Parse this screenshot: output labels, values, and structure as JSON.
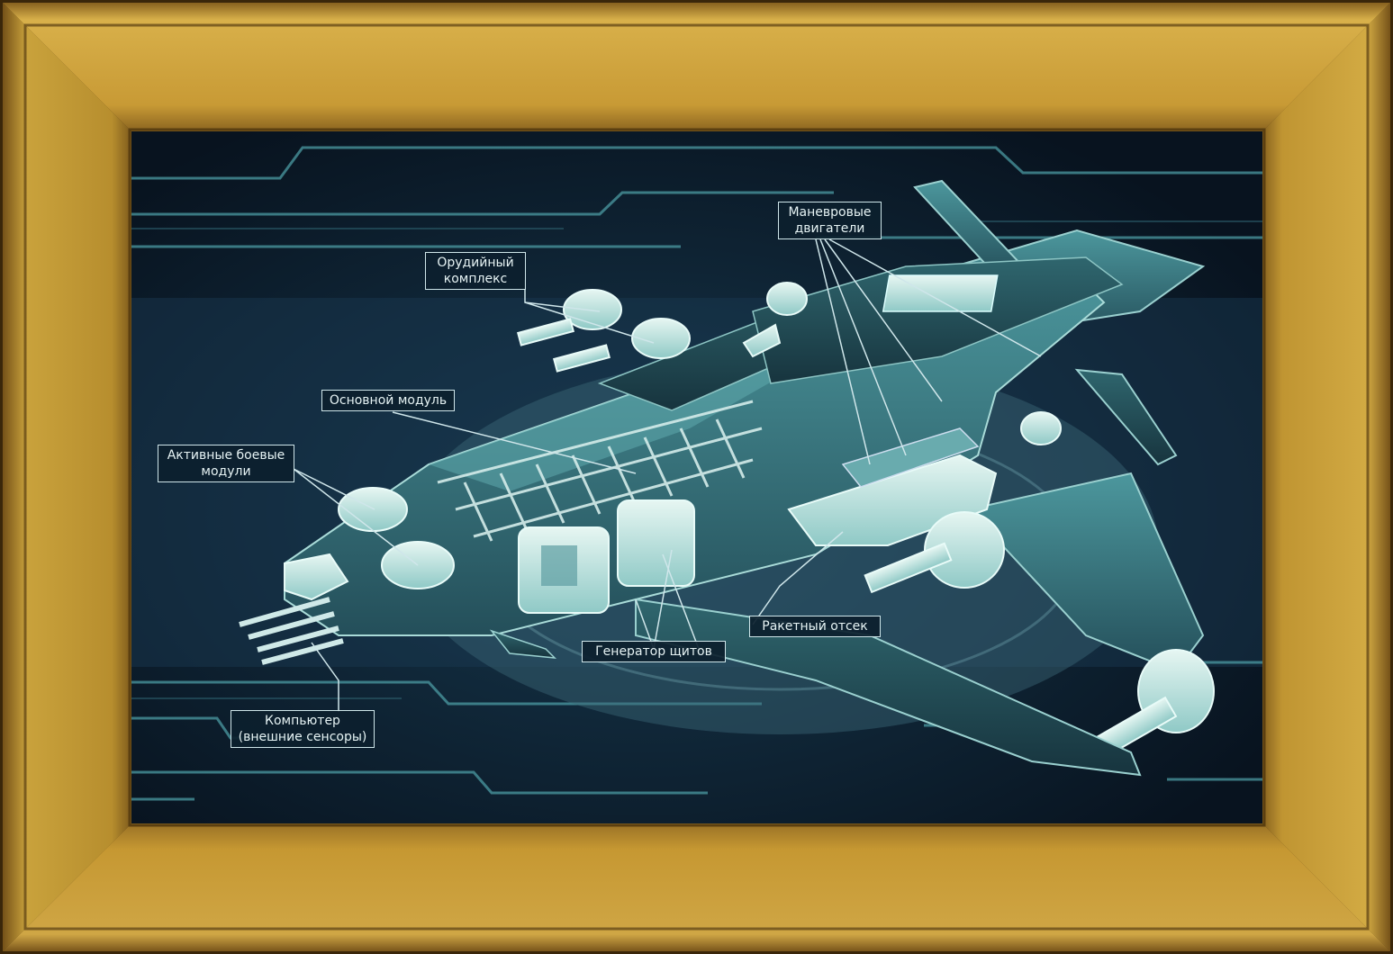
{
  "colors": {
    "frame_gold": "#c9a23c",
    "frame_dark": "#6b4a1a",
    "background": "#0c1b2b",
    "accent": "#5fb3b8",
    "hull": "#3f7f86",
    "hull_light": "#bfe3e0",
    "label_border": "#cfe6ea"
  },
  "callouts": {
    "maneuver_engines": [
      "Маневровые",
      "двигатели"
    ],
    "gun_complex": [
      "Орудийный",
      "комплекс"
    ],
    "main_module": [
      "Основной модуль"
    ],
    "active_combat_modules": [
      "Активные боевые",
      "модули"
    ],
    "shield_generator": [
      "Генератор щитов"
    ],
    "missile_bay": [
      "Ракетный отсек"
    ],
    "computer": [
      "Компьютер",
      "(внешние сенсоры)"
    ]
  }
}
